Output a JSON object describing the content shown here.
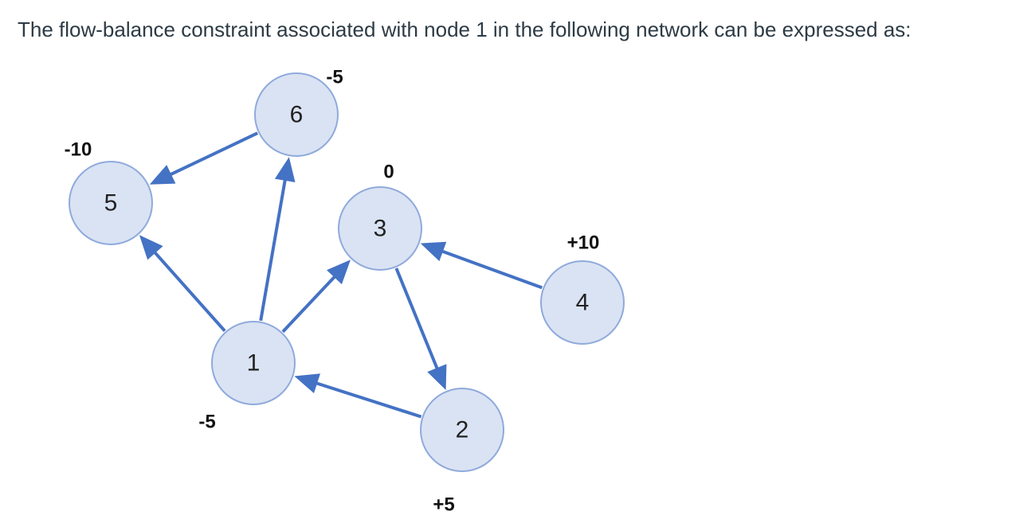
{
  "question": {
    "text": "The flow-balance constraint associated with node 1 in the following network can be expressed as:"
  },
  "colors": {
    "node_fill": "#dae3f3",
    "node_stroke": "#8faadc",
    "arrow": "#4472c4",
    "text": "#2d3b45"
  },
  "network": {
    "nodes": [
      {
        "id": "1",
        "label": "1",
        "supply": "-5"
      },
      {
        "id": "2",
        "label": "2",
        "supply": "+5"
      },
      {
        "id": "3",
        "label": "3",
        "supply": "0"
      },
      {
        "id": "4",
        "label": "4",
        "supply": "+10"
      },
      {
        "id": "5",
        "label": "5",
        "supply": "-10"
      },
      {
        "id": "6",
        "label": "6",
        "supply": "-5"
      }
    ],
    "edges": [
      {
        "from": "6",
        "to": "5"
      },
      {
        "from": "1",
        "to": "5"
      },
      {
        "from": "1",
        "to": "6"
      },
      {
        "from": "1",
        "to": "3"
      },
      {
        "from": "3",
        "to": "2"
      },
      {
        "from": "2",
        "to": "1"
      },
      {
        "from": "4",
        "to": "3"
      }
    ]
  }
}
